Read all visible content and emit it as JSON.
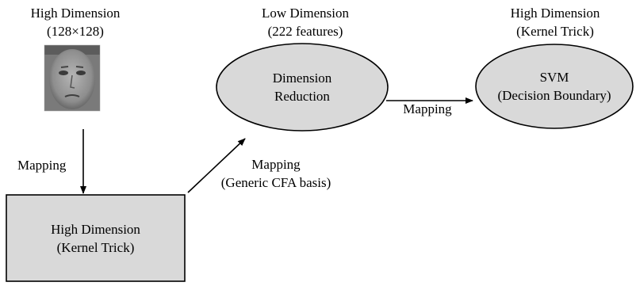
{
  "input": {
    "title_line1": "High Dimension",
    "title_line2": "(128×128)"
  },
  "mapping1": {
    "label": "Mapping"
  },
  "kernel_box": {
    "line1": "High Dimension",
    "line2": "(Kernel Trick)"
  },
  "mapping2": {
    "line1": "Mapping",
    "line2": "(Generic CFA basis)"
  },
  "reduction": {
    "header_line1": "Low Dimension",
    "header_line2": "(222 features)",
    "line1": "Dimension",
    "line2": "Reduction"
  },
  "mapping3": {
    "label": "Mapping"
  },
  "svm": {
    "header_line1": "High Dimension",
    "header_line2": "(Kernel Trick)",
    "line1": "SVM",
    "line2": "(Decision Boundary)"
  },
  "colors": {
    "shape_fill": "#d9d9d9",
    "stroke": "#000000"
  }
}
